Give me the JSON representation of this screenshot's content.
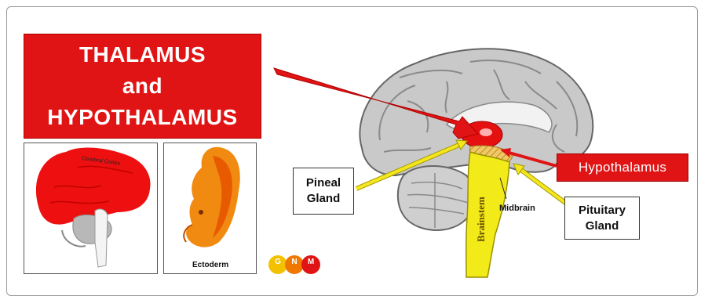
{
  "title": {
    "line1": "THALAMUS",
    "line2": "and",
    "line3": "HYPOTHALAMUS"
  },
  "labels": {
    "pineal_line1": "Pineal",
    "pineal_line2": "Gland",
    "pituitary_line1": "Pituitary",
    "pituitary_line2": "Gland",
    "hypothalamus": "Hypothalamus",
    "midbrain": "Midbrain",
    "brainstem": "Brainstem"
  },
  "left_panel": {
    "cortex_label": "Cerebral Cortex"
  },
  "middle_panel": {
    "ectoderm_label": "Ectoderm"
  },
  "logo": {
    "letters": [
      "G",
      "N",
      "M"
    ],
    "colors": [
      "#f2c200",
      "#f07800",
      "#e01414"
    ]
  },
  "colors": {
    "accent_red": "#e01414",
    "arrow_yellow": "#f5e61e",
    "brainstem_yellow": "#f3ea1a"
  }
}
